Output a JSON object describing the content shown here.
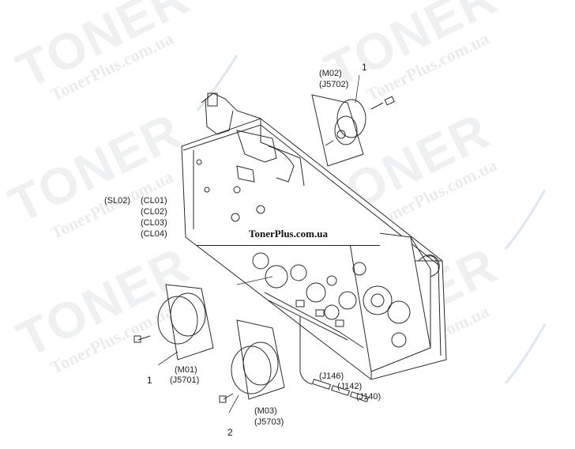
{
  "watermark": {
    "brand": "TONER",
    "site": "TonerPlus.com.ua"
  },
  "caption": "TonerPlus.com.ua",
  "callouts": {
    "motor_m02": "(M02)",
    "conn_j5702": "(J5702)",
    "index_top": "1",
    "solenoid_sl02": "(SL02)",
    "clutch_cl01": "(CL01)",
    "clutch_cl02": "(CL02)",
    "clutch_cl03": "(CL03)",
    "clutch_cl04": "(CL04)",
    "motor_m01": "(M01)",
    "conn_j5701": "(J5701)",
    "index_left": "1",
    "motor_m03": "(M03)",
    "conn_j5703": "(J5703)",
    "index_bottom": "2",
    "conn_j146": "(J146)",
    "conn_j142": "(J142)",
    "conn_j140": "(J140)"
  }
}
